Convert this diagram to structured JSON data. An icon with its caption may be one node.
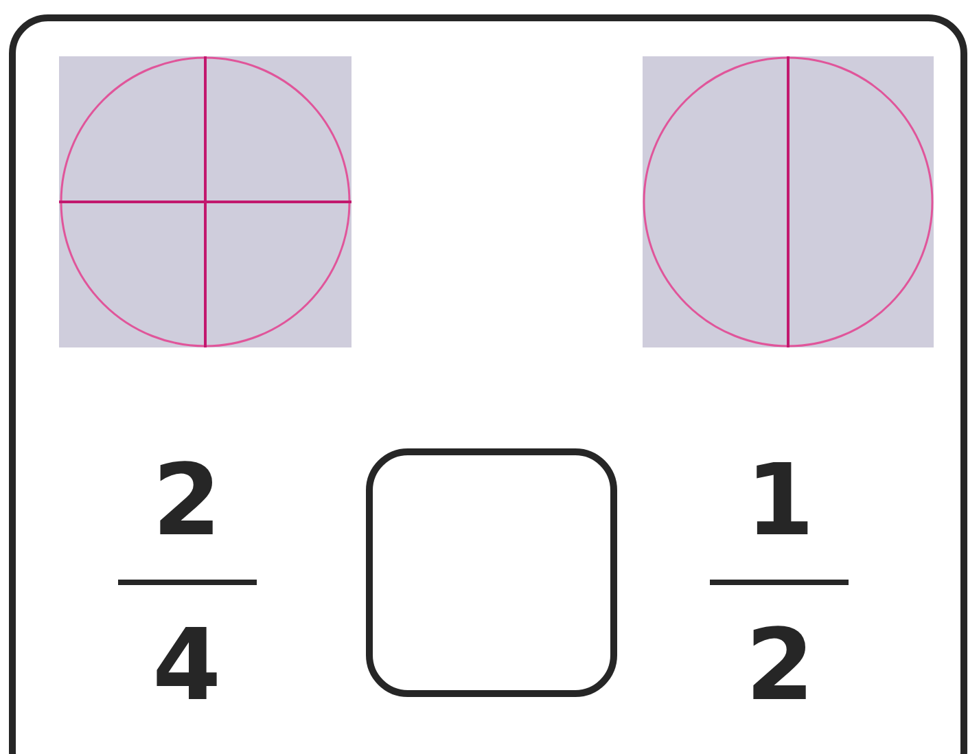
{
  "diagram": {
    "labels": [
      "2",
      "4",
      "1",
      "2"
    ]
  }
}
